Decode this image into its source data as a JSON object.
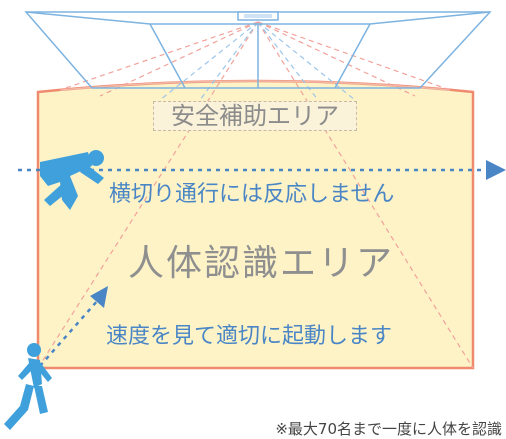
{
  "colors": {
    "zone_fill": "#fdf3c7",
    "zone_border": "#ef8a6e",
    "sensor_frame": "#7db3e0",
    "arrow_blue": "#4a86c5",
    "person_blue": "#3fa0dc",
    "beam_red": "#f2a29a",
    "beam_blue": "#9cc5ea"
  },
  "icons": {
    "sensor": "ceiling-sensor-icon",
    "crossing_person": "running-person-icon",
    "approaching_person": "walking-person-icon"
  },
  "labels": {
    "safety_area": "安全補助エリア",
    "crossing_note": "横切り通行には反応しません",
    "detection_area": "人体認識エリア",
    "speed_note": "速度を見て適切に起動します",
    "footnote": "※最大70名まで一度に人体を認識"
  }
}
